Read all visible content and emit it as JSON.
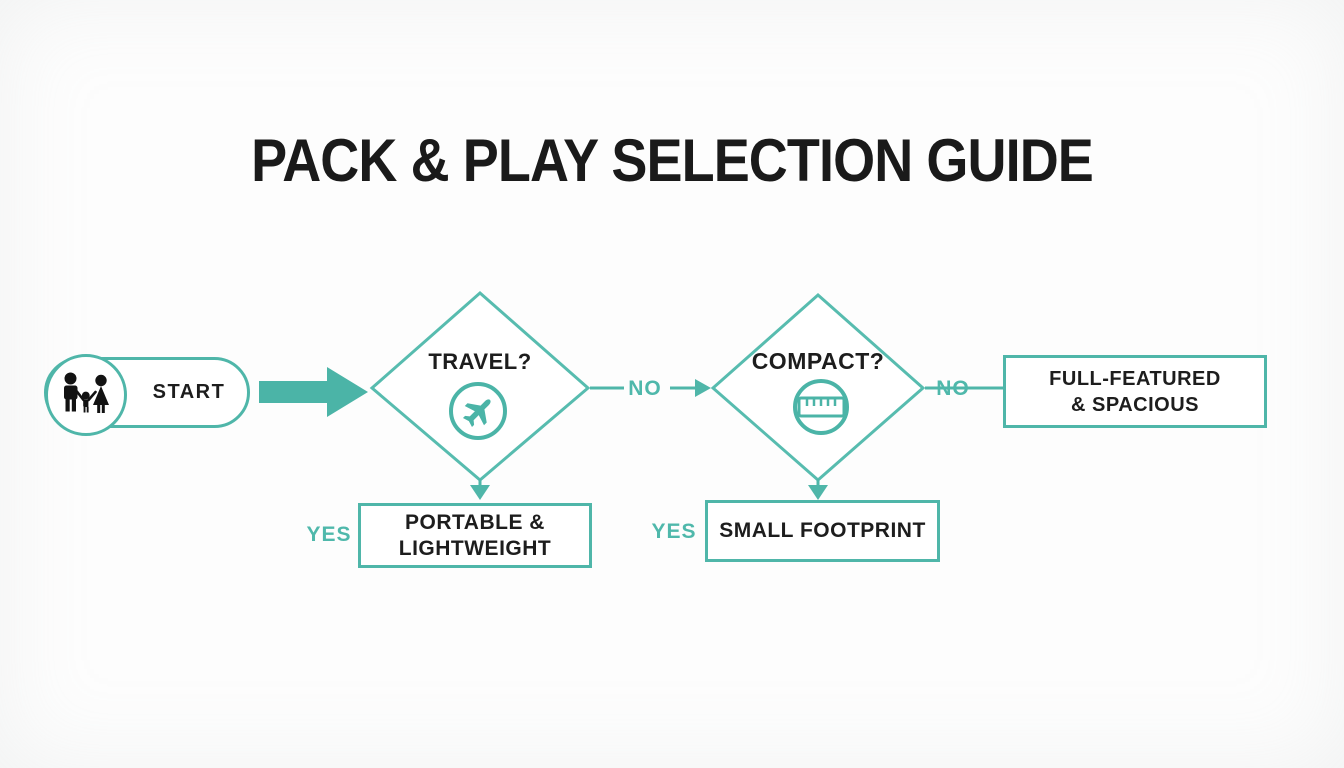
{
  "title": "PACK & PLAY SELECTION GUIDE",
  "colors": {
    "accent_teal": "#4BB4A7",
    "stroke_teal": "#4FB6A9",
    "label_teal": "#4FB8AB",
    "text_black": "#1D1D1D",
    "background": "#FDFDFD"
  },
  "flowchart": {
    "start": {
      "label": "START",
      "icon": "family-icon"
    },
    "decisions": {
      "travel": {
        "label": "TRAVEL?",
        "icon": "airplane-icon",
        "yes_label": "YES",
        "no_label": "NO"
      },
      "compact": {
        "label": "COMPACT?",
        "icon": "ruler-icon",
        "yes_label": "YES",
        "no_label": "NO"
      }
    },
    "results": {
      "portable": {
        "lines": [
          "PORTABLE &",
          "LIGHTWEIGHT"
        ]
      },
      "small_footprint": {
        "lines": [
          "SMALL FOOTPRINT"
        ]
      },
      "full_featured": {
        "lines": [
          "FULL-FEATURED",
          "& SPACIOUS"
        ]
      }
    }
  }
}
